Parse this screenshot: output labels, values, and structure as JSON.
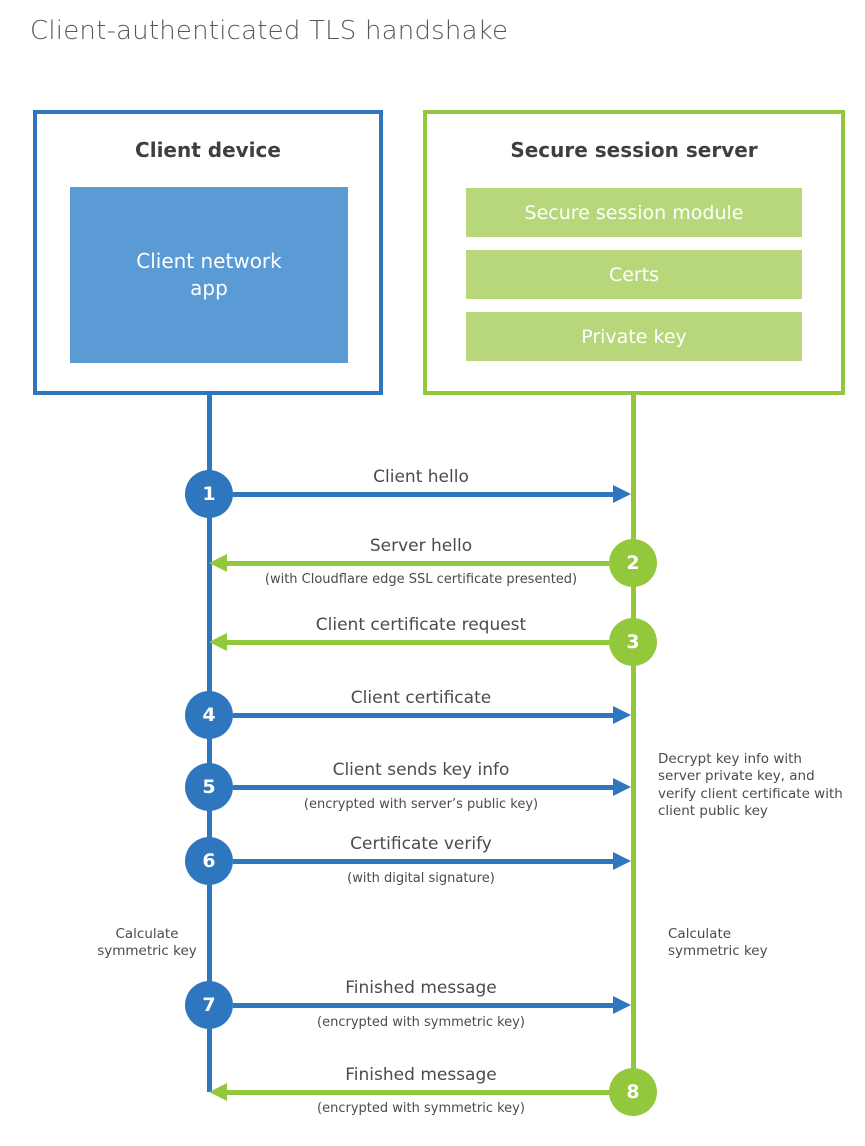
{
  "title": "Client-authenticated TLS handshake",
  "colors": {
    "client_blue": "#2e76bd",
    "client_fill_blue": "#5b9bd5",
    "server_green": "#93c83d",
    "server_fill_green": "#b7d77a",
    "label_gray": "#4b4b4d",
    "heading_gray": "#3e3f41",
    "title_gray": "#56575b"
  },
  "client_box": {
    "title": "Client device",
    "app_label": "Client network app"
  },
  "server_box": {
    "title": "Secure session server",
    "modules": [
      "Secure session module",
      "Certs",
      "Private key"
    ]
  },
  "steps": [
    {
      "number": "1",
      "from": "client",
      "to": "server",
      "label": "Client hello",
      "sublabel": ""
    },
    {
      "number": "2",
      "from": "server",
      "to": "client",
      "label": "Server hello",
      "sublabel": "(with Cloudflare edge SSL certificate presented)"
    },
    {
      "number": "3",
      "from": "server",
      "to": "client",
      "label": "Client certificate request",
      "sublabel": ""
    },
    {
      "number": "4",
      "from": "client",
      "to": "server",
      "label": "Client certificate",
      "sublabel": ""
    },
    {
      "number": "5",
      "from": "client",
      "to": "server",
      "label": "Client sends key info",
      "sublabel": "(encrypted with server’s public key)"
    },
    {
      "number": "6",
      "from": "client",
      "to": "server",
      "label": "Certificate verify",
      "sublabel": "(with digital signature)"
    },
    {
      "number": "7",
      "from": "client",
      "to": "server",
      "label": "Finished message",
      "sublabel": "(encrypted with symmetric key)"
    },
    {
      "number": "8",
      "from": "server",
      "to": "client",
      "label": "Finished message",
      "sublabel": "(encrypted with symmetric key)"
    }
  ],
  "notes": {
    "decrypt": "Decrypt key info with server private key, and verify client certificate with client public key",
    "calculate_left": "Calculate symmetric key",
    "calculate_right": "Calculate symmetric key"
  }
}
